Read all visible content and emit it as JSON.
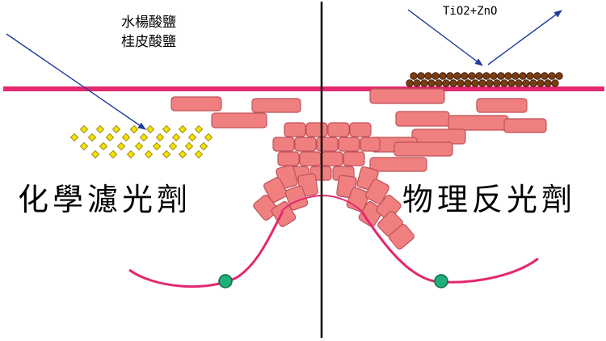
{
  "labels": {
    "chemical_ingredient_1": "水楊酸鹽",
    "chemical_ingredient_2": "桂皮酸鹽",
    "physical_ingredient": "TiO2+ZnO",
    "chemical_filter": "化學濾光劑",
    "physical_filter": "物理反光劑"
  },
  "colors": {
    "skin_surface": "#e3296f",
    "skin_cells": "#f08080",
    "cell_outline": "#c0505a",
    "uv_ray": "#1f3a9a",
    "chemical_particles": "#f5e000",
    "mineral_particles": "#7a3d12",
    "skin_curve": "#e3296f",
    "marker_dot": "#1fb07a",
    "divider": "#000000"
  }
}
